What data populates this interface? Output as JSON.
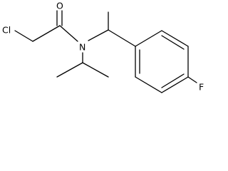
{
  "molecule": {
    "atoms": [
      {
        "id": "cl",
        "label": "Cl"
      },
      {
        "id": "o",
        "label": "O"
      },
      {
        "id": "n",
        "label": "N"
      },
      {
        "id": "f",
        "label": "F"
      }
    ]
  }
}
